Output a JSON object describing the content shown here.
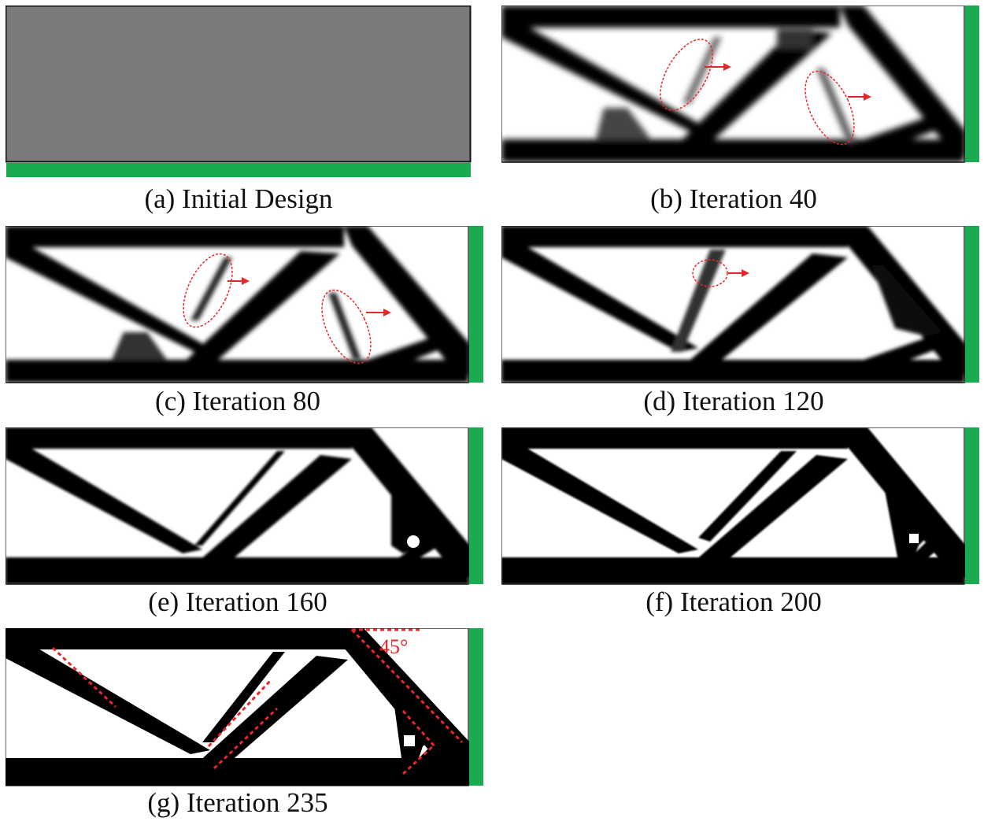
{
  "figure": {
    "colors": {
      "solid": "#000000",
      "void": "#ffffff",
      "initial_gray": "#7a7a7a",
      "support_green": "#1aaa50",
      "annotation_red": "#e8262b"
    },
    "panels": [
      {
        "id": "a",
        "caption": "(a) Initial Design",
        "iteration": null
      },
      {
        "id": "b",
        "caption": "(b) Iteration 40",
        "iteration": 40
      },
      {
        "id": "c",
        "caption": "(c) Iteration 80",
        "iteration": 80
      },
      {
        "id": "d",
        "caption": "(d) Iteration 120",
        "iteration": 120
      },
      {
        "id": "e",
        "caption": "(e) Iteration 160",
        "iteration": 160
      },
      {
        "id": "f",
        "caption": "(f) Iteration 200",
        "iteration": 200
      },
      {
        "id": "g",
        "caption": "(g) Iteration 235",
        "iteration": 235
      }
    ],
    "annotations": {
      "angle_label": "45°"
    }
  }
}
